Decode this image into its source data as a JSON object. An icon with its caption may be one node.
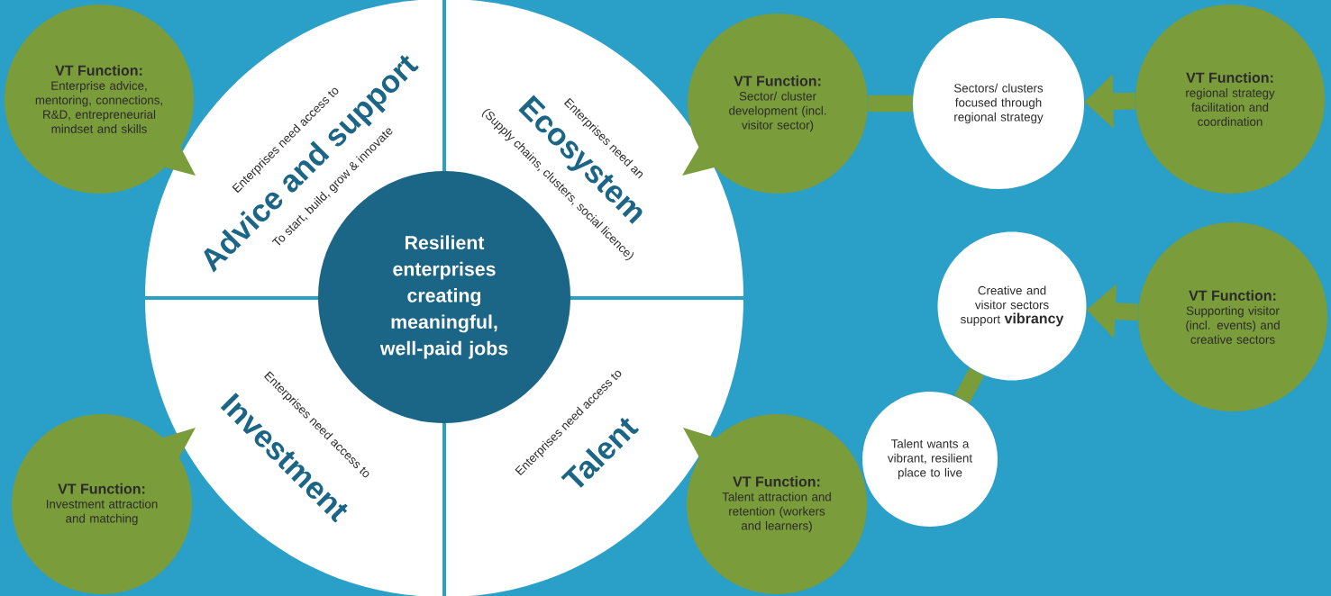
{
  "diagram": {
    "nodes": [
      {
        "text": [
          "Resilient enterprises creating meaningful, well-paid jobs"
        ]
      },
      {
        "text": [
          "Enterprises need access to",
          "Advice and support",
          "To start, build, grow & innovate"
        ]
      },
      {
        "text": [
          "Enterprises need an",
          "Ecosystem",
          "(Supply chains, clusters, social licence)"
        ]
      },
      {
        "text": [
          "Enterprises need access to",
          "Investment"
        ]
      },
      {
        "text": [
          "Enterprises need access to",
          "Talent"
        ]
      },
      {
        "text": [
          "VT Function:",
          "Enterprise advice, mentoring, connections, R&D, entrepreneurial mindset and skills"
        ]
      },
      {
        "text": [
          "VT Function:",
          "Sector/ cluster development (incl. visitor sector)"
        ]
      },
      {
        "text": [
          "Sectors/ clusters focused through regional strategy"
        ]
      },
      {
        "text": [
          "VT Function:",
          "regional strategy facilitation and coordination"
        ]
      },
      {
        "text": [
          "Creative and visitor sectors support **vibrancy**"
        ]
      },
      {
        "text": [
          "VT Function:",
          "Supporting visitor (incl. events) and creative sectors"
        ]
      },
      {
        "text": [
          "Talent wants a vibrant, resilient place to live"
        ]
      },
      {
        "text": [
          "VT Function:",
          "Investment attraction and matching"
        ]
      },
      {
        "text": [
          "VT Function:",
          "Talent attraction and retention (workers and learners)"
        ]
      }
    ],
    "edges": [
      {
        "from": 6,
        "to": 7,
        "arrow": "none"
      },
      {
        "from": 8,
        "to": 7,
        "arrow": "to"
      },
      {
        "from": 10,
        "to": 9,
        "arrow": "to"
      },
      {
        "from": 11,
        "to": 9,
        "arrow": "none"
      }
    ]
  }
}
